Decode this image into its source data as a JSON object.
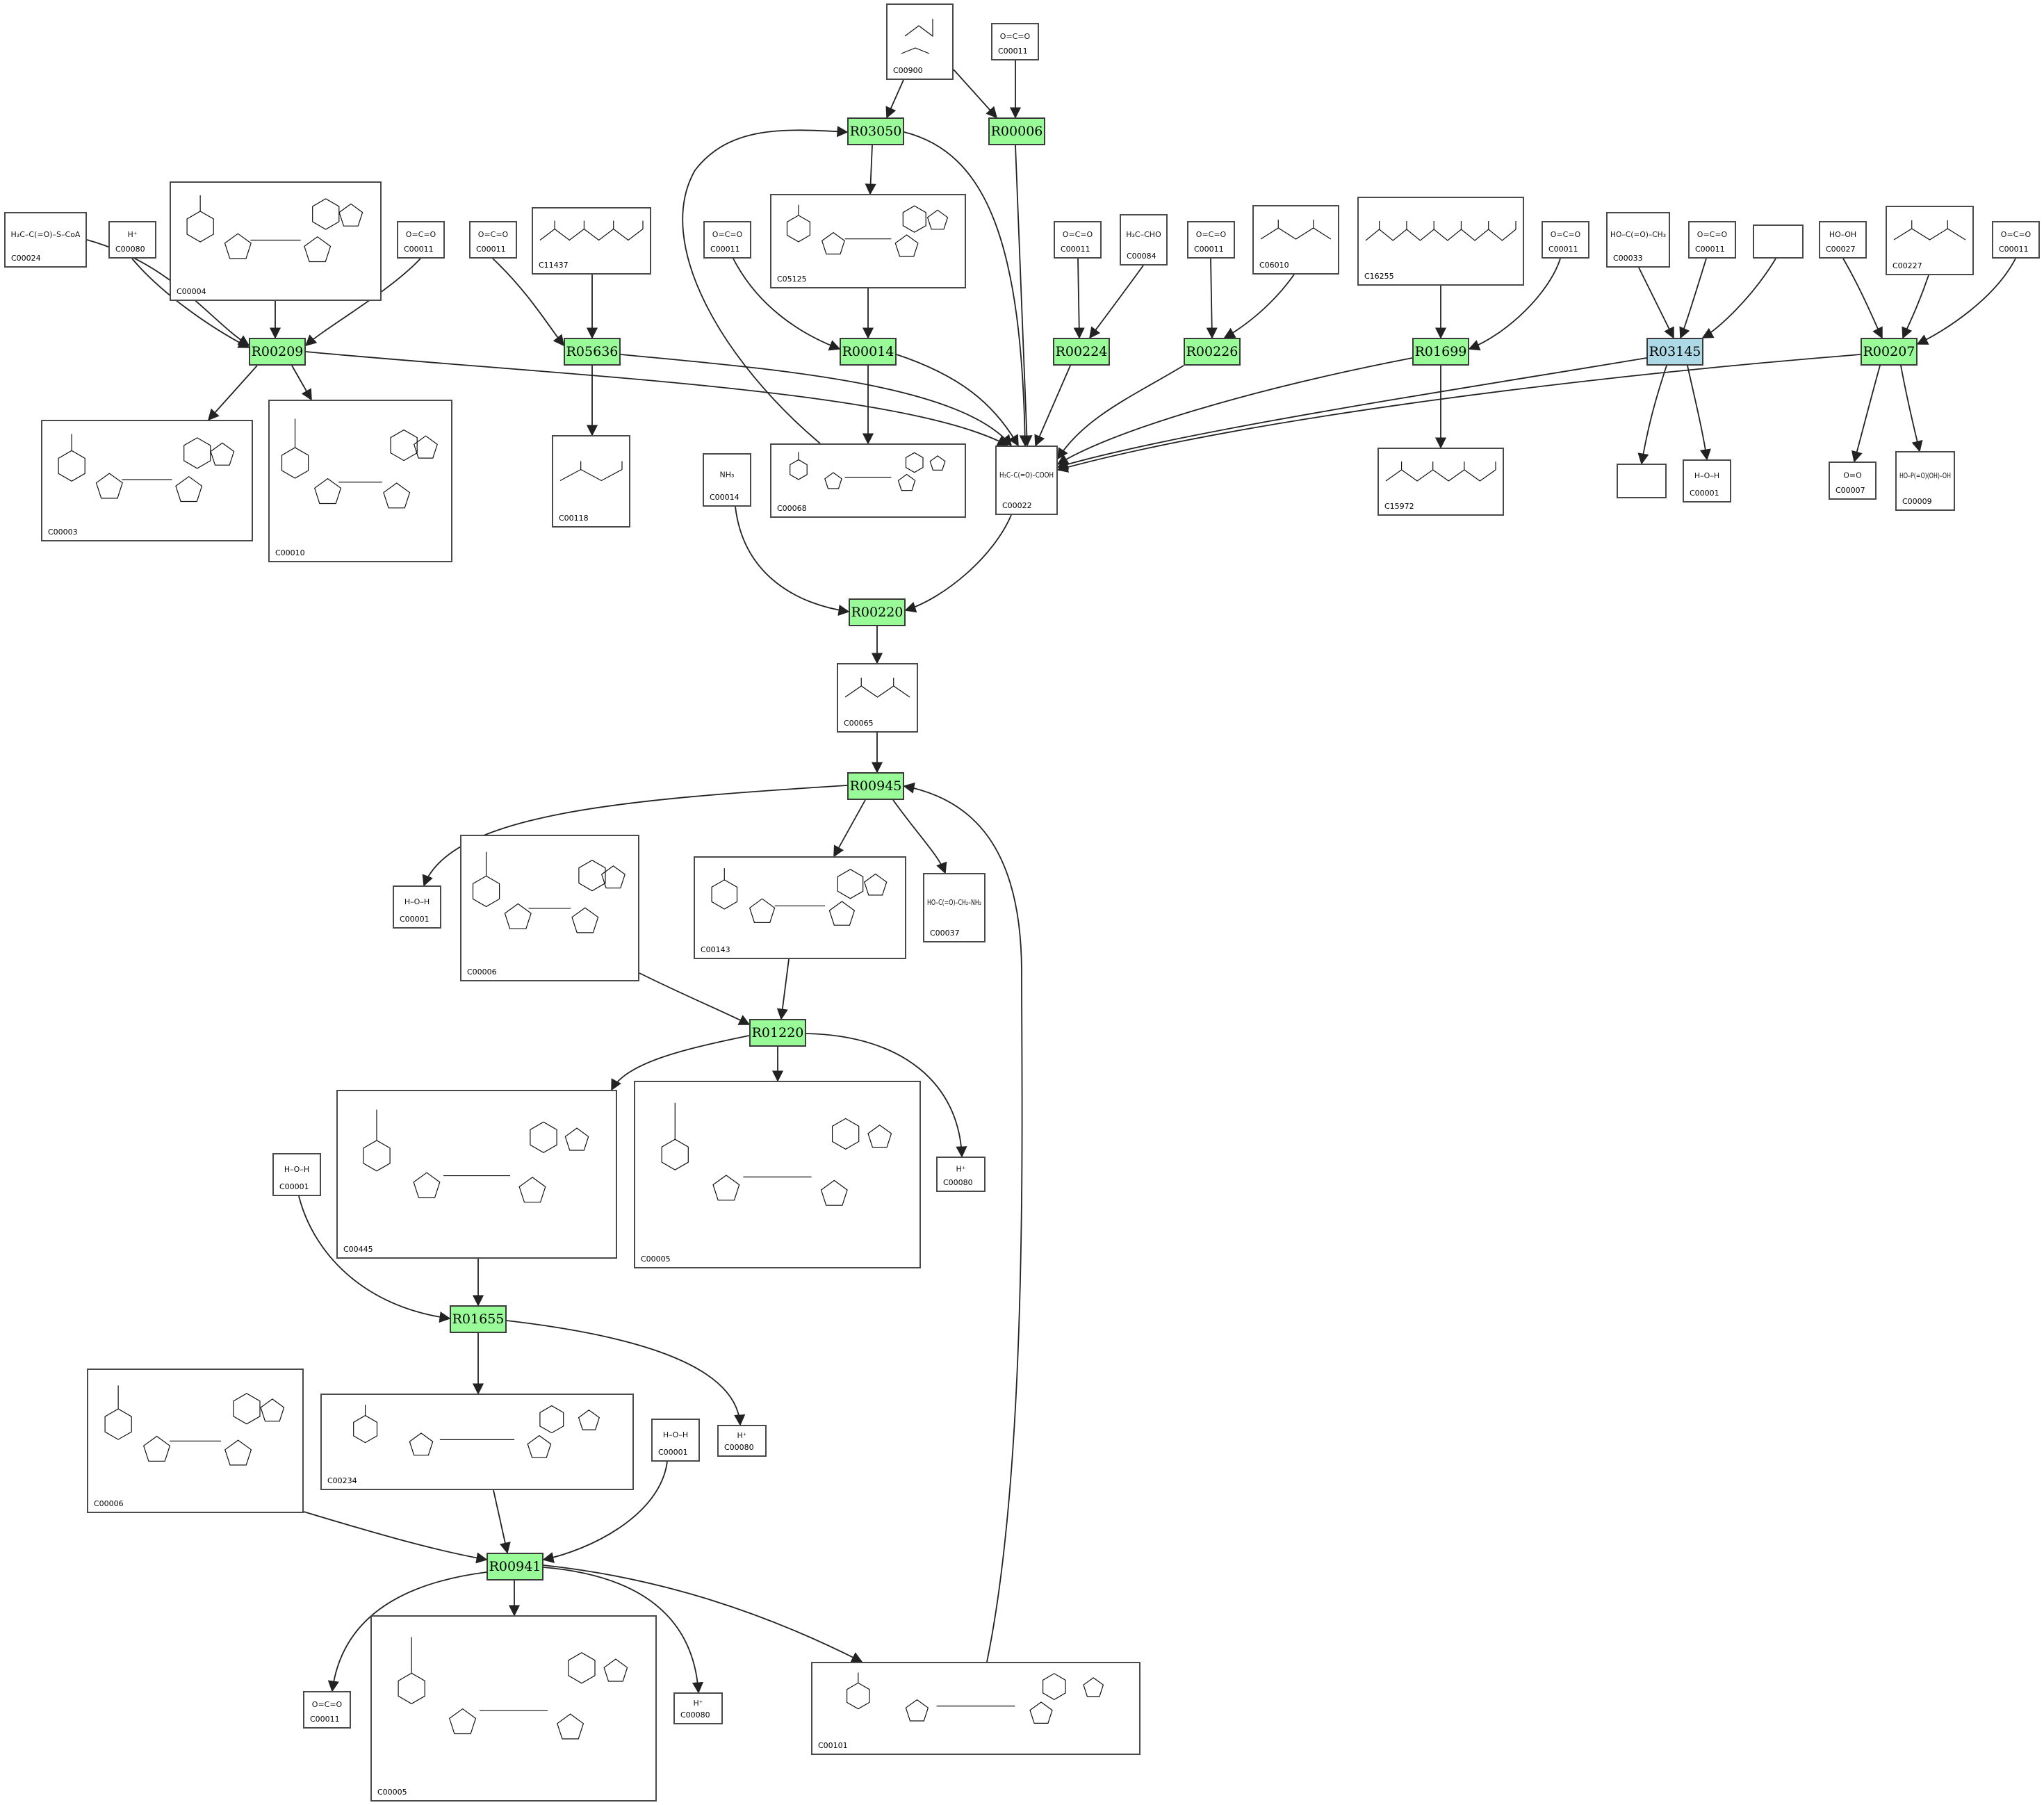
{
  "colors": {
    "reaction": "#98fb98",
    "reaction_selected": "#add8e6",
    "edge": "#222222"
  },
  "reactions": [
    {
      "id": "R00209",
      "label": "R00209",
      "state": "normal"
    },
    {
      "id": "R05636",
      "label": "R05636",
      "state": "normal"
    },
    {
      "id": "R03050",
      "label": "R03050",
      "state": "normal"
    },
    {
      "id": "R00006",
      "label": "R00006",
      "state": "normal"
    },
    {
      "id": "R00014",
      "label": "R00014",
      "state": "normal"
    },
    {
      "id": "R00224",
      "label": "R00224",
      "state": "normal"
    },
    {
      "id": "R00226",
      "label": "R00226",
      "state": "normal"
    },
    {
      "id": "R01699",
      "label": "R01699",
      "state": "normal"
    },
    {
      "id": "R03145",
      "label": "R03145",
      "state": "selected"
    },
    {
      "id": "R00207",
      "label": "R00207",
      "state": "normal"
    },
    {
      "id": "R00220",
      "label": "R00220",
      "state": "normal"
    },
    {
      "id": "R00945",
      "label": "R00945",
      "state": "normal"
    },
    {
      "id": "R01220",
      "label": "R01220",
      "state": "normal"
    },
    {
      "id": "R01655",
      "label": "R01655",
      "state": "normal"
    },
    {
      "id": "R00941",
      "label": "R00941",
      "state": "normal"
    }
  ],
  "compounds": [
    {
      "key": "c00900_top",
      "id": "C00900",
      "formula": "",
      "kind": "ring"
    },
    {
      "key": "c00011_top",
      "id": "C00011",
      "formula": "O=C=O",
      "kind": "small"
    },
    {
      "key": "c00024",
      "id": "C00024",
      "formula": "H₃C–C(=O)–S–CoA",
      "kind": "small"
    },
    {
      "key": "c00080_a",
      "id": "C00080",
      "formula": "H⁺",
      "kind": "small"
    },
    {
      "key": "c00004",
      "id": "C00004",
      "formula": "",
      "kind": "big"
    },
    {
      "key": "c00011_a",
      "id": "C00011",
      "formula": "O=C=O",
      "kind": "small"
    },
    {
      "key": "c00011_b",
      "id": "C00011",
      "formula": "O=C=O",
      "kind": "small"
    },
    {
      "key": "c11437",
      "id": "C11437",
      "formula": "",
      "kind": "chain"
    },
    {
      "key": "c00011_c",
      "id": "C00011",
      "formula": "O=C=O",
      "kind": "small"
    },
    {
      "key": "c05125",
      "id": "C05125",
      "formula": "",
      "kind": "big"
    },
    {
      "key": "c00011_d",
      "id": "C00011",
      "formula": "O=C=O",
      "kind": "small"
    },
    {
      "key": "c00084",
      "id": "C00084",
      "formula": "H₃C–CHO",
      "kind": "small"
    },
    {
      "key": "c00011_e",
      "id": "C00011",
      "formula": "O=C=O",
      "kind": "small"
    },
    {
      "key": "c06010",
      "id": "C06010",
      "formula": "",
      "kind": "chain"
    },
    {
      "key": "c16255",
      "id": "C16255",
      "formula": "",
      "kind": "chain"
    },
    {
      "key": "c00011_f",
      "id": "C00011",
      "formula": "O=C=O",
      "kind": "small"
    },
    {
      "key": "c00033",
      "id": "C00033",
      "formula": "HO–C(=O)–CH₃",
      "kind": "small"
    },
    {
      "key": "c00011_g",
      "id": "C00011",
      "formula": "O=C=O",
      "kind": "small"
    },
    {
      "key": "blank_top",
      "id": "",
      "formula": "",
      "kind": "blank"
    },
    {
      "key": "c00027",
      "id": "C00027",
      "formula": "HO–OH",
      "kind": "small"
    },
    {
      "key": "c00227",
      "id": "C00227",
      "formula": "",
      "kind": "chain"
    },
    {
      "key": "c00011_h",
      "id": "C00011",
      "formula": "O=C=O",
      "kind": "small"
    },
    {
      "key": "c00003",
      "id": "C00003",
      "formula": "",
      "kind": "big"
    },
    {
      "key": "c00010",
      "id": "C00010",
      "formula": "",
      "kind": "big"
    },
    {
      "key": "c00118",
      "id": "C00118",
      "formula": "",
      "kind": "chain"
    },
    {
      "key": "c00014",
      "id": "C00014",
      "formula": "NH₃",
      "kind": "small"
    },
    {
      "key": "c00068",
      "id": "C00068",
      "formula": "",
      "kind": "big"
    },
    {
      "key": "c00022",
      "id": "C00022",
      "formula": "H₃C–C(=O)–COOH",
      "kind": "small"
    },
    {
      "key": "c15972",
      "id": "C15972",
      "formula": "",
      "kind": "chain"
    },
    {
      "key": "blank_mid",
      "id": "",
      "formula": "",
      "kind": "blank"
    },
    {
      "key": "c00001_a",
      "id": "C00001",
      "formula": "H–O–H",
      "kind": "small"
    },
    {
      "key": "c00007",
      "id": "C00007",
      "formula": "O=O",
      "kind": "small"
    },
    {
      "key": "c00009",
      "id": "C00009",
      "formula": "HO–P(=O)(OH)–OH",
      "kind": "small"
    },
    {
      "key": "c00065",
      "id": "C00065",
      "formula": "",
      "kind": "chain"
    },
    {
      "key": "c00001_b",
      "id": "C00001",
      "formula": "H–O–H",
      "kind": "small"
    },
    {
      "key": "c00006_a",
      "id": "C00006",
      "formula": "",
      "kind": "big"
    },
    {
      "key": "c00143",
      "id": "C00143",
      "formula": "",
      "kind": "big"
    },
    {
      "key": "c00037",
      "id": "C00037",
      "formula": "HO–C(=O)–CH₂–NH₂",
      "kind": "small"
    },
    {
      "key": "c00445",
      "id": "C00445",
      "formula": "",
      "kind": "big"
    },
    {
      "key": "c00005_a",
      "id": "C00005",
      "formula": "",
      "kind": "big"
    },
    {
      "key": "c00080_b",
      "id": "C00080",
      "formula": "H⁺",
      "kind": "small"
    },
    {
      "key": "c00001_c",
      "id": "C00001",
      "formula": "H–O–H",
      "kind": "small"
    },
    {
      "key": "c00006_b",
      "id": "C00006",
      "formula": "",
      "kind": "big"
    },
    {
      "key": "c00234",
      "id": "C00234",
      "formula": "",
      "kind": "big"
    },
    {
      "key": "c00001_d",
      "id": "C00001",
      "formula": "H–O–H",
      "kind": "small"
    },
    {
      "key": "c00080_c",
      "id": "C00080",
      "formula": "H⁺",
      "kind": "small"
    },
    {
      "key": "c00011_i",
      "id": "C00011",
      "formula": "O=C=O",
      "kind": "small"
    },
    {
      "key": "c00005_b",
      "id": "C00005",
      "formula": "",
      "kind": "big"
    },
    {
      "key": "c00080_d",
      "id": "C00080",
      "formula": "H⁺",
      "kind": "small"
    },
    {
      "key": "c00101",
      "id": "C00101",
      "formula": "",
      "kind": "big"
    }
  ]
}
